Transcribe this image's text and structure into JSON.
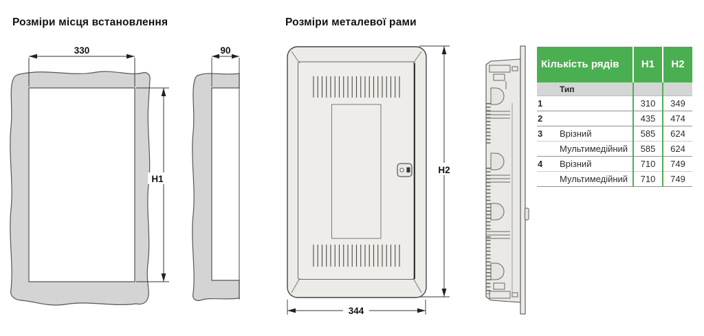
{
  "sections": {
    "installation": {
      "title": "Розміри місця встановлення"
    },
    "frame": {
      "title": "Розміри металевої рами"
    }
  },
  "dimensions": {
    "niche_width": "330",
    "niche_depth": "90",
    "niche_height_label": "H1",
    "frame_height_label": "H2",
    "frame_width": "344"
  },
  "table": {
    "header": {
      "rows_count": "Кількість рядів",
      "h1": "H1",
      "h2": "H2"
    },
    "subheader": {
      "type": "Тип"
    },
    "rows": [
      {
        "num": "1",
        "type": "",
        "h1": "310",
        "h2": "349"
      },
      {
        "num": "2",
        "type": "",
        "h1": "435",
        "h2": "474"
      },
      {
        "num": "3",
        "type": "Врізний",
        "h1": "585",
        "h2": "624"
      },
      {
        "num": "",
        "type": "Мультимедійний",
        "h1": "585",
        "h2": "624"
      },
      {
        "num": "4",
        "type": "Врізний",
        "h1": "710",
        "h2": "749"
      },
      {
        "num": "",
        "type": "Мультимедійний",
        "h1": "710",
        "h2": "749"
      }
    ]
  },
  "colors": {
    "table_header_green": "#4aaf50",
    "table_subheader_gray": "#d5d5d5",
    "wall_fill": "#d4d4d4",
    "enclosure_fill": "#ecebe8"
  }
}
